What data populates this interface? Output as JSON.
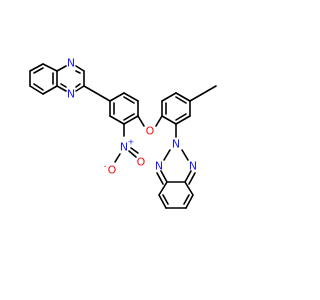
{
  "colors": {
    "background": "#ffffff",
    "bond": "#000000",
    "nitrogen": "#1a1aff",
    "oxygen": "#ff0d0d"
  },
  "atoms": {
    "quinoxaline_n1": "N",
    "quinoxaline_n4": "N",
    "nitro_n": "N",
    "nitro_n_charge": "+",
    "nitro_o_minus": "O",
    "nitro_o_minus_charge": "-",
    "nitro_o": "O",
    "ether_o": "O",
    "triazole_n2": "N",
    "triazole_n1": "N",
    "triazole_n3": "N"
  }
}
